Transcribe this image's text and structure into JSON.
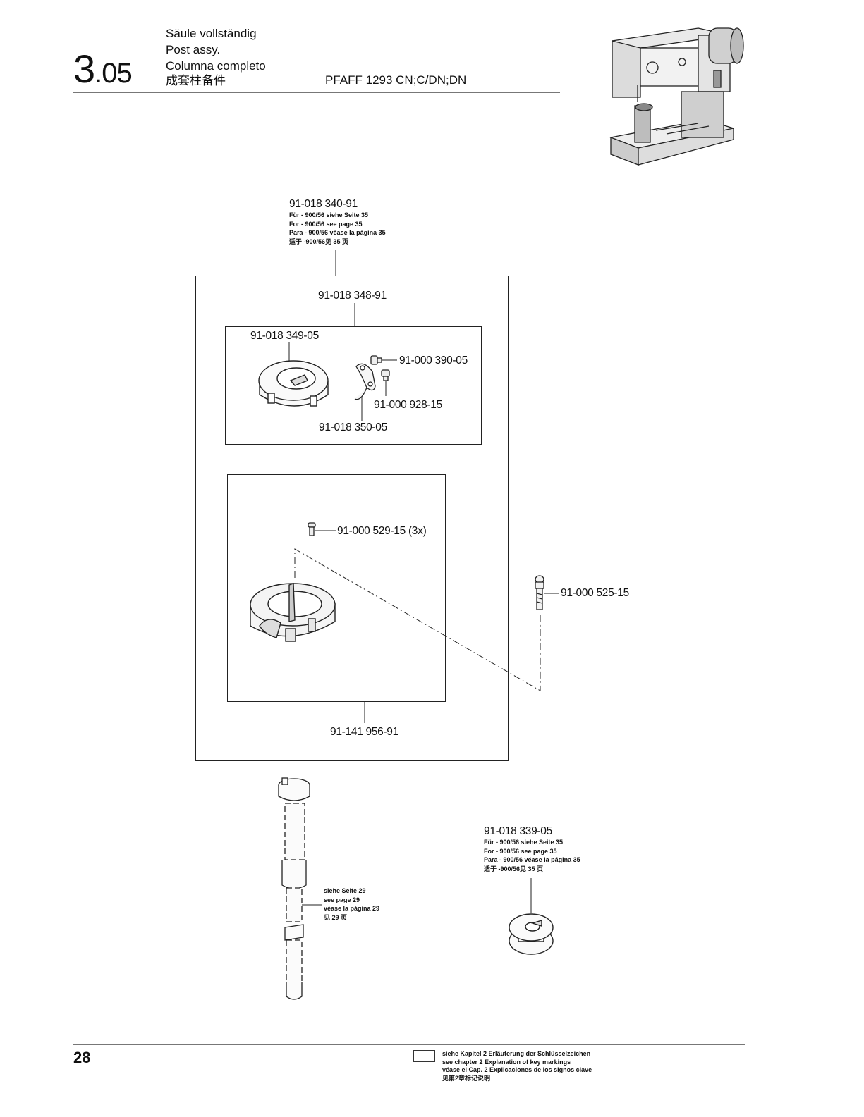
{
  "header": {
    "section_major": "3",
    "section_minor": ".05",
    "titles": [
      "Säule vollständig",
      "Post assy.",
      "Columna completo",
      "成套柱备件"
    ],
    "model": "PFAFF 1293 CN;C/DN;DN"
  },
  "parts": {
    "top_assembly": {
      "number": "91-018 340-91",
      "notes": [
        "Für - 900/56 siehe Seite 35",
        "For - 900/56 see page 35",
        "Para - 900/56 véase la página 35",
        "适于 -900/56见 35 页"
      ]
    },
    "sub_assembly": "91-018 348-91",
    "bobbin_case": "91-018 349-05",
    "screw_1": "91-000 390-05",
    "screw_2": "91-000 928-15",
    "latch": "91-018 350-05",
    "hook_screw": "91-000 529-15 (3x)",
    "post_screw": "91-000 525-15",
    "hook_assembly": "91-141 956-91",
    "bobbin": {
      "number": "91-018 339-05",
      "notes": [
        "Für - 900/56 siehe Seite 35",
        "For - 900/56 see page 35",
        "Para - 900/56 véase la página 35",
        "适于 -900/56见 35 页"
      ]
    },
    "shaft_ref": [
      "siehe Seite 29",
      "see page 29",
      "véase la página 29",
      "见 29 页"
    ]
  },
  "footer": {
    "page_number": "28",
    "key_notes": [
      "siehe Kapitel 2 Erläuterung der Schlüsselzeichen",
      "see chapter 2 Explanation of key markings",
      "véase el Cap. 2 Explicaciones de los signos clave",
      "见第2章标记说明"
    ]
  }
}
